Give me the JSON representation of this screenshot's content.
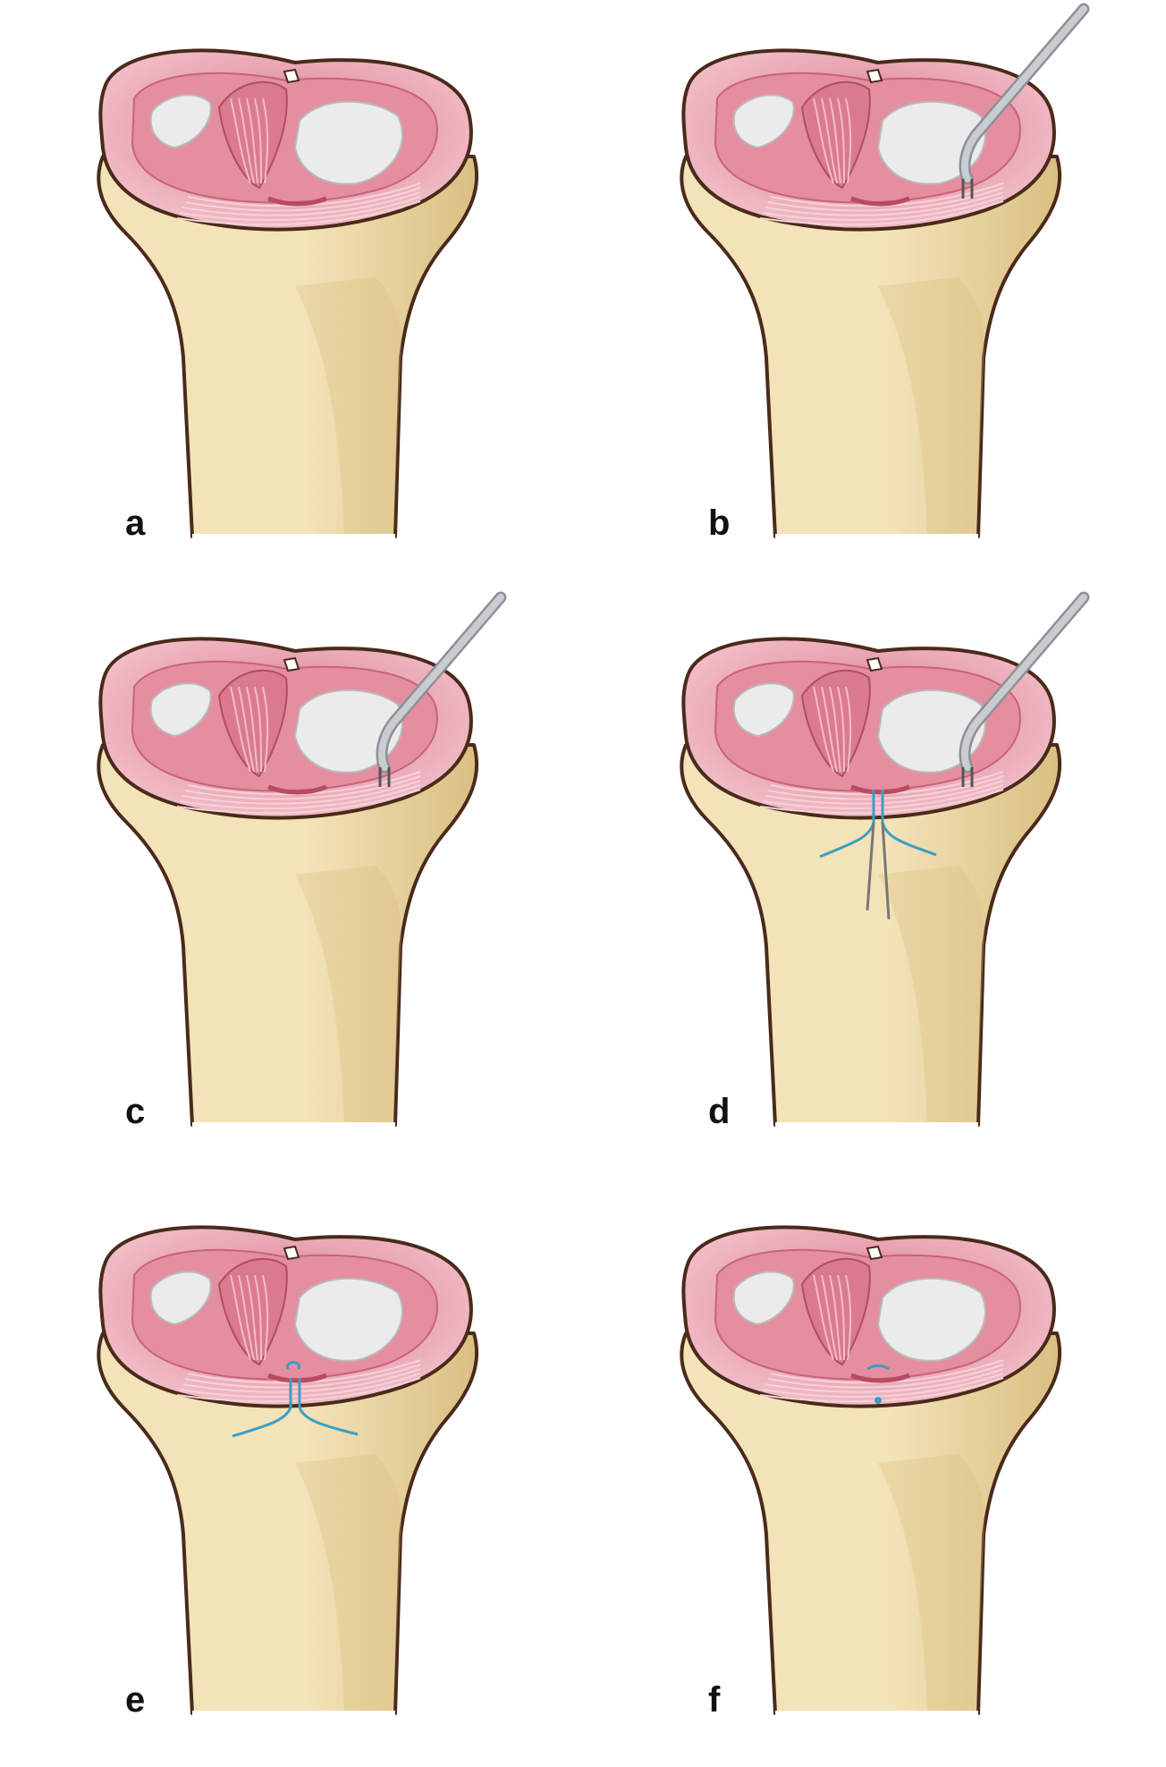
{
  "figure": {
    "panels": [
      {
        "label": "a",
        "instrument": false,
        "suture": "none"
      },
      {
        "label": "b",
        "instrument": true,
        "suture": "none"
      },
      {
        "label": "c",
        "instrument": true,
        "suture": "none"
      },
      {
        "label": "d",
        "instrument": true,
        "suture": "passing"
      },
      {
        "label": "e",
        "instrument": false,
        "suture": "loose"
      },
      {
        "label": "f",
        "instrument": false,
        "suture": "tied"
      }
    ]
  },
  "colors": {
    "bone": "#f3e3b8",
    "bone_shadow": "#d9bf82",
    "outline": "#4a2a1a",
    "meniscus": "#e8a2b0",
    "meniscus_dark": "#b94a63",
    "cartilage": "#ebebeb",
    "suture": "#3a9fc4",
    "instrument": "#c9ccd0"
  }
}
